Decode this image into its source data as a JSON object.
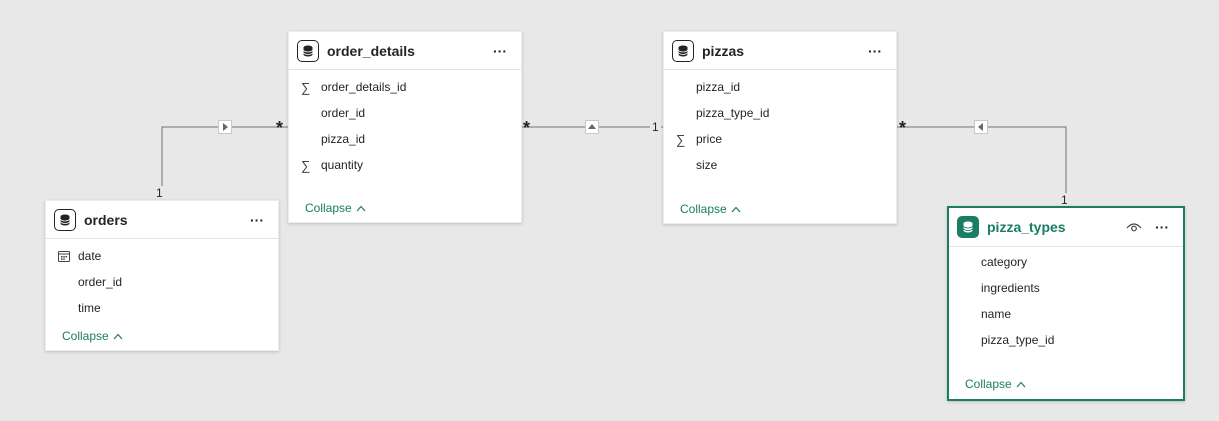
{
  "tables": {
    "orders": {
      "title": "orders",
      "fields": [
        {
          "name": "date",
          "icon": "calendar-icon"
        },
        {
          "name": "order_id",
          "icon": ""
        },
        {
          "name": "time",
          "icon": ""
        }
      ],
      "collapse_label": "Collapse"
    },
    "order_details": {
      "title": "order_details",
      "fields": [
        {
          "name": "order_details_id",
          "icon": "sigma-icon"
        },
        {
          "name": "order_id",
          "icon": ""
        },
        {
          "name": "pizza_id",
          "icon": ""
        },
        {
          "name": "quantity",
          "icon": "sigma-icon"
        }
      ],
      "collapse_label": "Collapse"
    },
    "pizzas": {
      "title": "pizzas",
      "fields": [
        {
          "name": "pizza_id",
          "icon": ""
        },
        {
          "name": "pizza_type_id",
          "icon": ""
        },
        {
          "name": "price",
          "icon": "sigma-icon"
        },
        {
          "name": "size",
          "icon": ""
        }
      ],
      "collapse_label": "Collapse"
    },
    "pizza_types": {
      "title": "pizza_types",
      "fields": [
        {
          "name": "category",
          "icon": ""
        },
        {
          "name": "ingredients",
          "icon": ""
        },
        {
          "name": "name",
          "icon": ""
        },
        {
          "name": "pizza_type_id",
          "icon": ""
        }
      ],
      "collapse_label": "Collapse"
    }
  },
  "more_glyph": "···",
  "relationships": [
    {
      "from": "orders",
      "to": "order_details",
      "from_card": "1",
      "to_card": "*"
    },
    {
      "from": "order_details",
      "to": "pizzas",
      "from_card": "*",
      "to_card": "1"
    },
    {
      "from": "pizzas",
      "to": "pizza_types",
      "from_card": "*",
      "to_card": "1"
    }
  ],
  "colors": {
    "canvas": "#e8e8e8",
    "accent": "#1a7d64",
    "line": "#8a8a8a",
    "text": "#252423"
  }
}
